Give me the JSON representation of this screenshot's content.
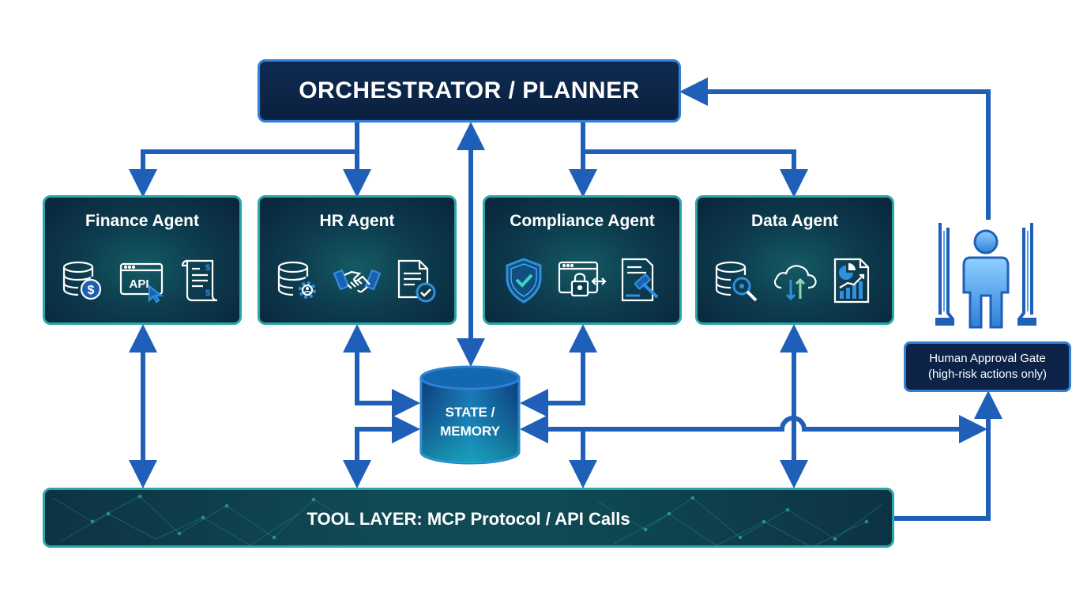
{
  "orchestrator": {
    "label": "ORCHESTRATOR / PLANNER"
  },
  "agents": [
    {
      "label": "Finance Agent",
      "icons": [
        "database-dollar-icon",
        "api-cursor-icon",
        "invoice-scroll-icon"
      ]
    },
    {
      "label": "HR Agent",
      "icons": [
        "database-gear-icon",
        "handshake-icon",
        "document-check-icon"
      ]
    },
    {
      "label": "Compliance Agent",
      "icons": [
        "shield-check-icon",
        "window-lock-icon",
        "legal-gavel-icon"
      ]
    },
    {
      "label": "Data Agent",
      "icons": [
        "database-search-icon",
        "cloud-sync-icon",
        "report-chart-icon"
      ]
    }
  ],
  "memory": {
    "line1": "STATE /",
    "line2": "MEMORY"
  },
  "tool_layer": {
    "label": "TOOL LAYER: MCP Protocol / API Calls"
  },
  "approval_gate": {
    "line1": "Human Approval Gate",
    "line2": "(high-risk actions only)",
    "icon": "person-gate-icon"
  },
  "colors": {
    "arrow": "#1f5fb8",
    "agent_border": "#2aa6a6",
    "orchestrator_border": "#2f80d6",
    "icon_stroke": "#ffffff",
    "icon_accent": "#2f8fe0"
  }
}
